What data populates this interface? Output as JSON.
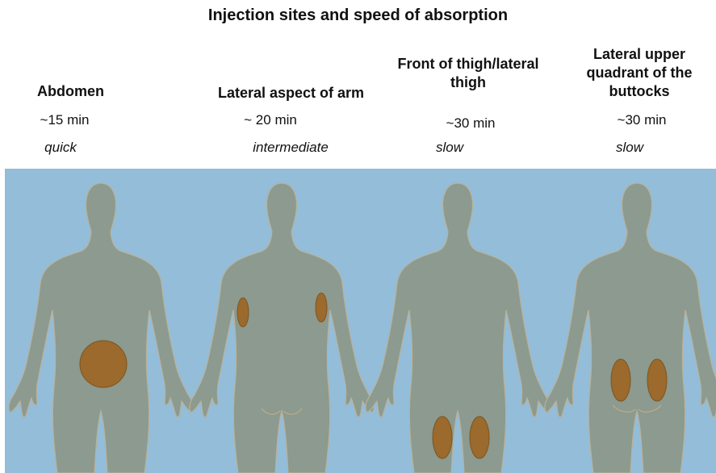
{
  "title": "Injection sites and speed of absorption",
  "sites": [
    {
      "name": "Abdomen",
      "time": "~15 min",
      "speed": "quick"
    },
    {
      "name": "Lateral aspect of arm",
      "time": "~ 20 min",
      "speed": "intermediate"
    },
    {
      "name": "Front of thigh/lateral thigh",
      "time": "~30 min",
      "speed": "slow"
    },
    {
      "name": "Lateral upper quadrant of the buttocks",
      "time": "~30 min",
      "speed": "slow"
    }
  ],
  "colors": {
    "background": "#93bdd9",
    "body": "#8c9a8f",
    "injection_site": "#9b6a2c"
  }
}
